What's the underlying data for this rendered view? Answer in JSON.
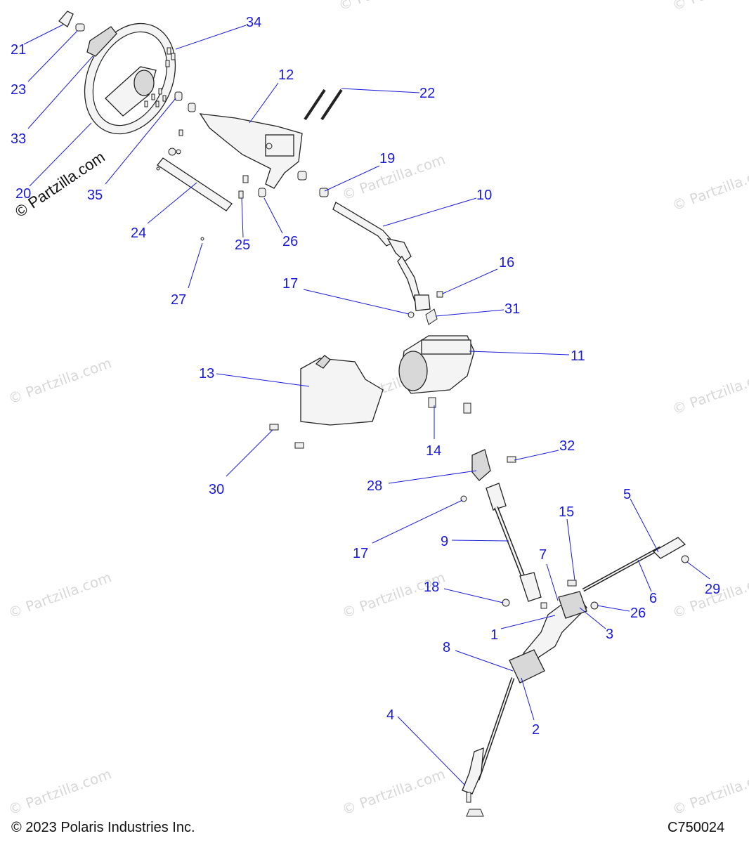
{
  "callouts": {
    "c21": "21",
    "c23": "23",
    "c33": "33",
    "c20": "20",
    "c34": "34",
    "c35": "35",
    "c12": "12",
    "c22": "22",
    "c19": "19",
    "c10": "10",
    "c24": "24",
    "c25": "25",
    "c26a": "26",
    "c27": "27",
    "c16": "16",
    "c17a": "17",
    "c31": "31",
    "c11": "11",
    "c13": "13",
    "c14": "14",
    "c30": "30",
    "c32": "32",
    "c28": "28",
    "c15": "15",
    "c5": "5",
    "c17b": "17",
    "c9": "9",
    "c7": "7",
    "c18": "18",
    "c6": "6",
    "c29": "29",
    "c26b": "26",
    "c1": "1",
    "c3": "3",
    "c8": "8",
    "c4": "4",
    "c2": "2"
  },
  "watermark": "© Partzilla.com",
  "side_mark": "© Partzilla.com",
  "footer": {
    "copyright": "© 2023 Polaris Industries Inc.",
    "code": "C750024"
  }
}
